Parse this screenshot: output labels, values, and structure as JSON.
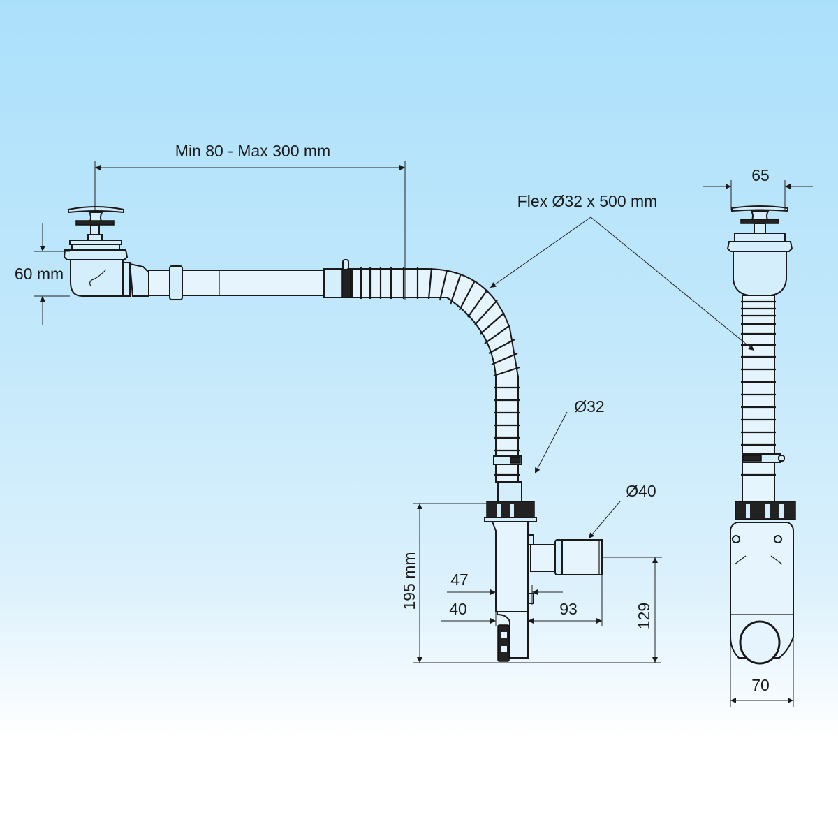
{
  "diagram": {
    "subject": "bath waste and overflow drain assembly with flexible hose and trap",
    "colors": {
      "background_top": "#abe0fb",
      "background_bottom": "#ffffff",
      "line": "#1a1a1a"
    },
    "dimensions": {
      "span_label": "Min 80 - Max 300 mm",
      "height_label": "60 mm",
      "flex_label": "Flex Ø32 x 500 mm",
      "d32_label": "Ø32",
      "d40_label": "Ø40",
      "total_height_label": "195 mm",
      "d47_label": "47",
      "d40b_label": "40",
      "d93_label": "93",
      "d129_label": "129",
      "top_width_label": "65",
      "bottom_width_label": "70"
    }
  }
}
